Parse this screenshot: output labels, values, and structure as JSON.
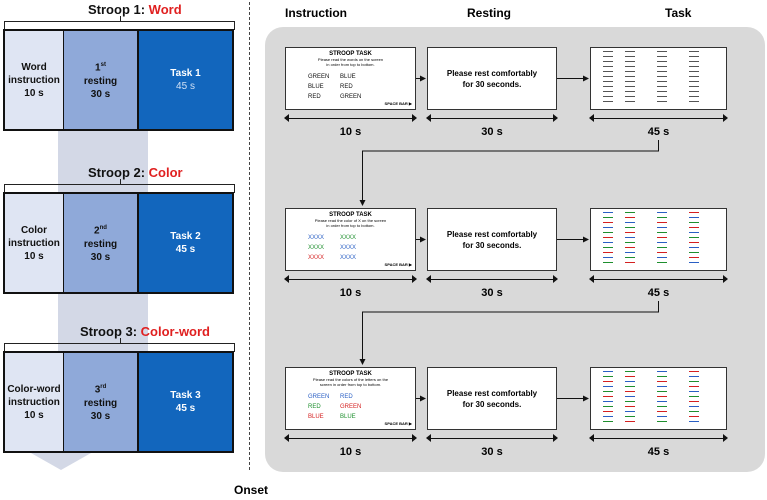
{
  "left": {
    "blocks": [
      {
        "title_prefix": "Stroop 1: ",
        "title_colored": "Word",
        "instruction": [
          "Word",
          "instruction",
          "10 s"
        ],
        "rest_num": "1",
        "rest_sup": "st",
        "rest": [
          "resting",
          "30 s"
        ],
        "task": [
          "Task 1",
          "45 s"
        ]
      },
      {
        "title_prefix": "Stroop 2: ",
        "title_colored": "Color",
        "instruction": [
          "Color",
          "instruction",
          "10 s"
        ],
        "rest_num": "2",
        "rest_sup": "nd",
        "rest": [
          "resting",
          "30 s"
        ],
        "task": [
          "Task 2",
          "45 s"
        ]
      },
      {
        "title_prefix": "Stroop 3: ",
        "title_colored": "Color-word",
        "instruction": [
          "Color-word",
          "instruction",
          "10 s"
        ],
        "rest_num": "3",
        "rest_sup": "rd",
        "rest": [
          "resting",
          "30 s"
        ],
        "task": [
          "Task 3",
          "45 s"
        ]
      }
    ],
    "onset": "Onset"
  },
  "right": {
    "headers": [
      "Instruction",
      "Resting",
      "Task"
    ],
    "rows": [
      {
        "ins_title": "STROOP TASK",
        "ins_sub": [
          "Please read the words on the screen",
          "in order from top to bottom."
        ],
        "words": [
          [
            "GREEN",
            "#111111"
          ],
          [
            "BLUE",
            "#111111"
          ],
          [
            "BLUE",
            "#111111"
          ],
          [
            "RED",
            "#111111"
          ],
          [
            "RED",
            "#111111"
          ],
          [
            "GREEN",
            "#111111"
          ]
        ],
        "space": "SPACE BAR ▶",
        "rest": [
          "Please rest comfortably",
          "for 30 seconds."
        ],
        "durs": [
          "10 s",
          "30 s",
          "45 s"
        ]
      },
      {
        "ins_title": "STROOP TASK",
        "ins_sub": [
          "Please read the color of X on the screen",
          "in order from top to bottom."
        ],
        "words": [
          [
            "XXXX",
            "#2a5fc4"
          ],
          [
            "XXXX",
            "#1e8f2e"
          ],
          [
            "XXXX",
            "#1e8f2e"
          ],
          [
            "XXXX",
            "#2a5fc4"
          ],
          [
            "XXXX",
            "#d42020"
          ],
          [
            "XXXX",
            "#2a5fc4"
          ]
        ],
        "space": "SPACE BAR ▶",
        "rest": [
          "Please rest comfortably",
          "for 30 seconds."
        ],
        "durs": [
          "10 s",
          "30 s",
          "45 s"
        ]
      },
      {
        "ins_title": "STROOP TASK",
        "ins_sub": [
          "Please read the colors of the letters on the",
          "screen in order from top to bottom."
        ],
        "words": [
          [
            "GREEN",
            "#2a5fc4"
          ],
          [
            "RED",
            "#2a5fc4"
          ],
          [
            "RED",
            "#1e8f2e"
          ],
          [
            "GREEN",
            "#d42020"
          ],
          [
            "BLUE",
            "#d42020"
          ],
          [
            "BLUE",
            "#1e8f2e"
          ]
        ],
        "space": "SPACE BAR ▶",
        "rest": [
          "Please rest comfortably",
          "for 30 seconds."
        ],
        "durs": [
          "10 s",
          "30 s",
          "45 s"
        ]
      }
    ]
  }
}
